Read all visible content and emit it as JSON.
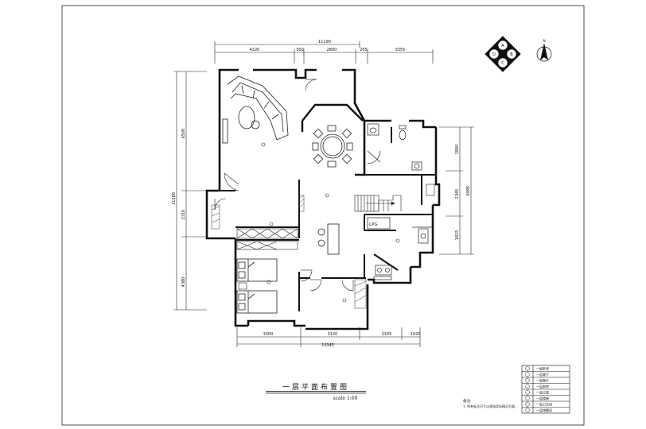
{
  "drawing": {
    "title": "一层平面布置图",
    "scale": "scale 1:60"
  },
  "dimensions": {
    "top_total": "11190",
    "top_segments": [
      "4220",
      "300",
      "2800",
      "265",
      "3355"
    ],
    "bottom_segments": [
      "3300",
      "3120",
      "2165",
      "1020"
    ],
    "bottom_total": "10345",
    "left_segments": [
      "6500",
      "2310"
    ],
    "left_total": "11280",
    "left_bottom": "4380",
    "right_segments": [
      "2800",
      "2345",
      "1815"
    ],
    "right_total": "6995"
  },
  "notes": {
    "heading": "备注:",
    "line1": "1. 所有标注尺寸以现场实际情况为准。"
  },
  "legend": {
    "items": [
      "一层卧室",
      "一层客厅",
      "一层餐厅",
      "一层厨房",
      "一层过道",
      "一层楼梯",
      "一层卫生间",
      "一层储藏间"
    ]
  },
  "fixtures": {
    "appliance": "LPG"
  },
  "compass": {
    "letters": [
      "A",
      "B",
      "C",
      "D"
    ],
    "north": "N"
  }
}
